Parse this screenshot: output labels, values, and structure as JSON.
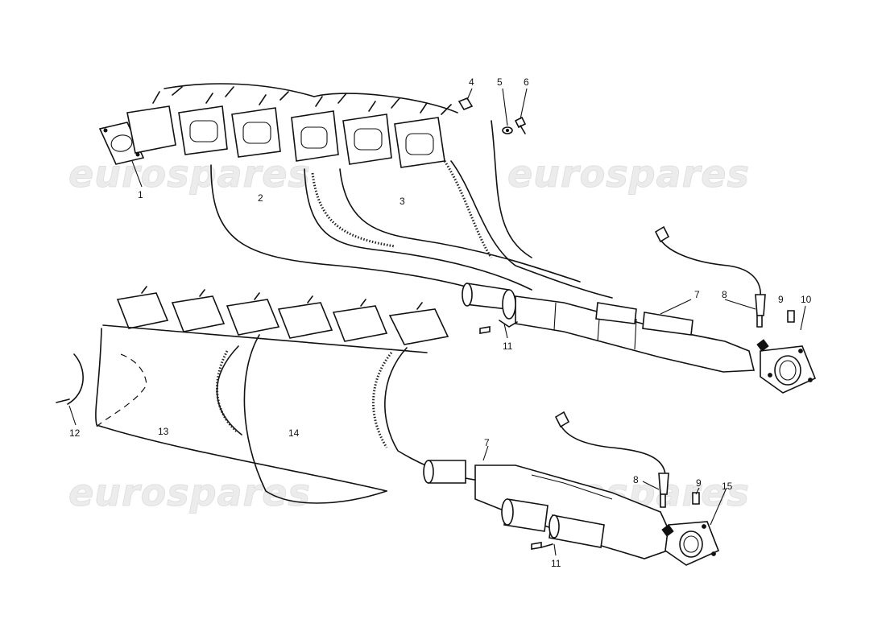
{
  "watermark": "eurospares",
  "callouts": {
    "c1": "1",
    "c2": "2",
    "c3": "3",
    "c4": "4",
    "c5": "5",
    "c6": "6",
    "c7a": "7",
    "c8a": "8",
    "c9a": "9",
    "c10": "10",
    "c11a": "11",
    "c12": "12",
    "c13": "13",
    "c14": "14",
    "c7b": "7",
    "c8b": "8",
    "c9b": "9",
    "c15": "15",
    "c11b": "11"
  }
}
